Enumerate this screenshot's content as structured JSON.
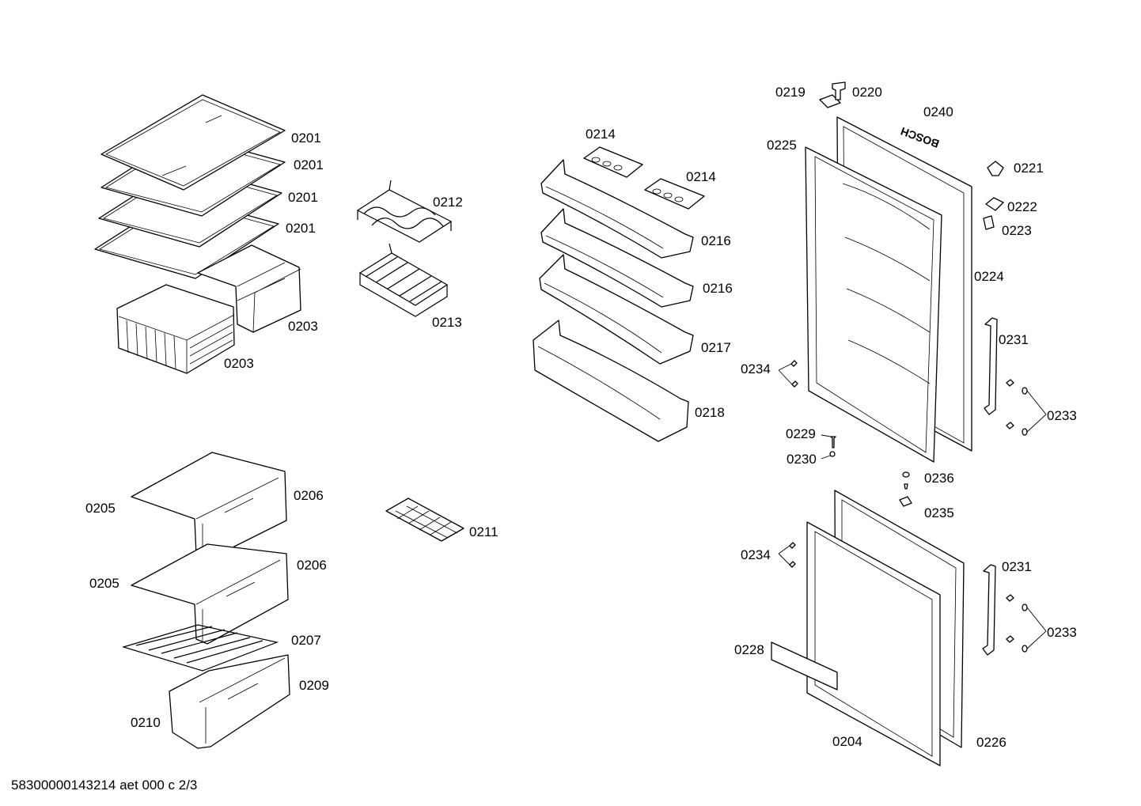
{
  "labels": {
    "l0201a": "0201",
    "l0201b": "0201",
    "l0201c": "0201",
    "l0201d": "0201",
    "l0203a": "0203",
    "l0203b": "0203",
    "l0212": "0212",
    "l0213": "0213",
    "l0214a": "0214",
    "l0214b": "0214",
    "l0216a": "0216",
    "l0216b": "0216",
    "l0217": "0217",
    "l0218": "0218",
    "l0219": "0219",
    "l0220": "0220",
    "l0240": "0240",
    "l0225": "0225",
    "l0221": "0221",
    "l0222": "0222",
    "l0223": "0223",
    "l0224": "0224",
    "l0231a": "0231",
    "l0234a": "0234",
    "l0233a": "0233",
    "l0229": "0229",
    "l0230": "0230",
    "l0236": "0236",
    "l0235": "0235",
    "l0205a": "0205",
    "l0206a": "0206",
    "l0205b": "0205",
    "l0206b": "0206",
    "l0207": "0207",
    "l0209": "0209",
    "l0210": "0210",
    "l0211": "0211",
    "l0234b": "0234",
    "l0231b": "0231",
    "l0233b": "0233",
    "l0228": "0228",
    "l0204": "0204",
    "l0226": "0226"
  },
  "logo_text": "BOSCH",
  "footer": "58300000143214 aet 000 c 2/3"
}
